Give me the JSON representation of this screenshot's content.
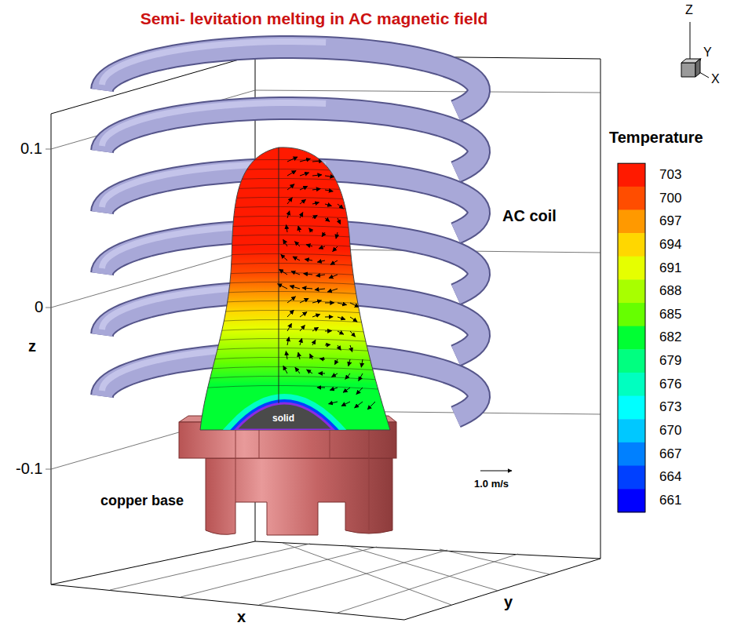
{
  "diagram": {
    "title": "Semi- levitation melting in AC magnetic field",
    "labels": [
      "Z",
      "Y",
      "X",
      "Temperature",
      "AC coil",
      "0.1",
      "0",
      "z",
      "solid",
      "-0.1",
      "1.0 m/s",
      "copper base",
      "x",
      "y"
    ],
    "legend": [
      {
        "text": "703",
        "color": "#ff1a00"
      },
      {
        "text": "700",
        "color": "#ff4d00"
      },
      {
        "text": "697",
        "color": "#ff9900"
      },
      {
        "text": "694",
        "color": "#ffd700"
      },
      {
        "text": "691",
        "color": "#e6ff00"
      },
      {
        "text": "688",
        "color": "#a8ff00"
      },
      {
        "text": "685",
        "color": "#66ff00"
      },
      {
        "text": "682",
        "color": "#00ff33"
      },
      {
        "text": "679",
        "color": "#00ff80"
      },
      {
        "text": "676",
        "color": "#00ffc0"
      },
      {
        "text": "673",
        "color": "#00ffff"
      },
      {
        "text": "670",
        "color": "#00c8ff"
      },
      {
        "text": "667",
        "color": "#0080ff"
      },
      {
        "text": "664",
        "color": "#0040ff"
      },
      {
        "text": "661",
        "color": "#0000ff"
      }
    ]
  }
}
